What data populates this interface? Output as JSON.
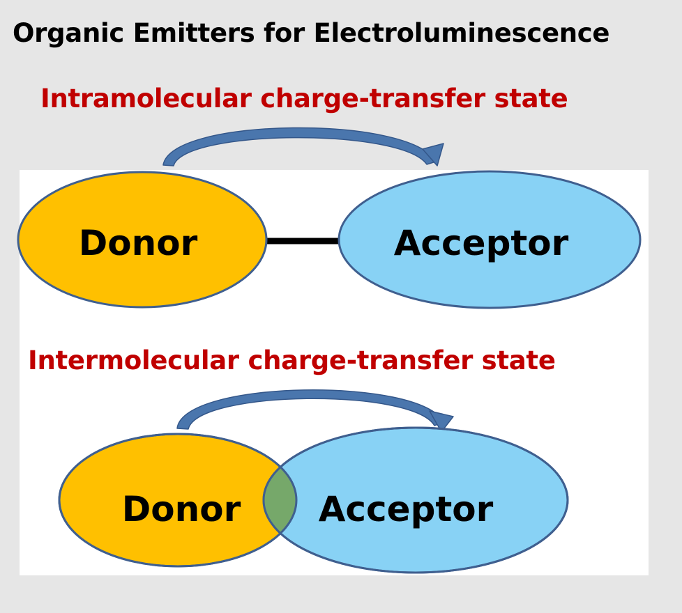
{
  "title": "Organic Emitters for Electroluminescence",
  "sections": [
    {
      "heading": "Intramolecular charge-transfer state",
      "donor_label": "Donor",
      "acceptor_label": "Acceptor"
    },
    {
      "heading": "Intermolecular charge-transfer state",
      "donor_label": "Donor",
      "acceptor_label": "Acceptor"
    }
  ],
  "colors": {
    "background": "#e6e6e6",
    "panel": "#ffffff",
    "title": "#000000",
    "heading": "#c00000",
    "donor_fill": "#ffc000",
    "acceptor_fill": "#88d2f5",
    "overlap_fill": "#76a86a",
    "outline": "#3f5f8f",
    "arrow": "#4a76ad",
    "bond": "#000000"
  },
  "icons": {
    "transfer_arrow": "curved-arrow-icon"
  }
}
